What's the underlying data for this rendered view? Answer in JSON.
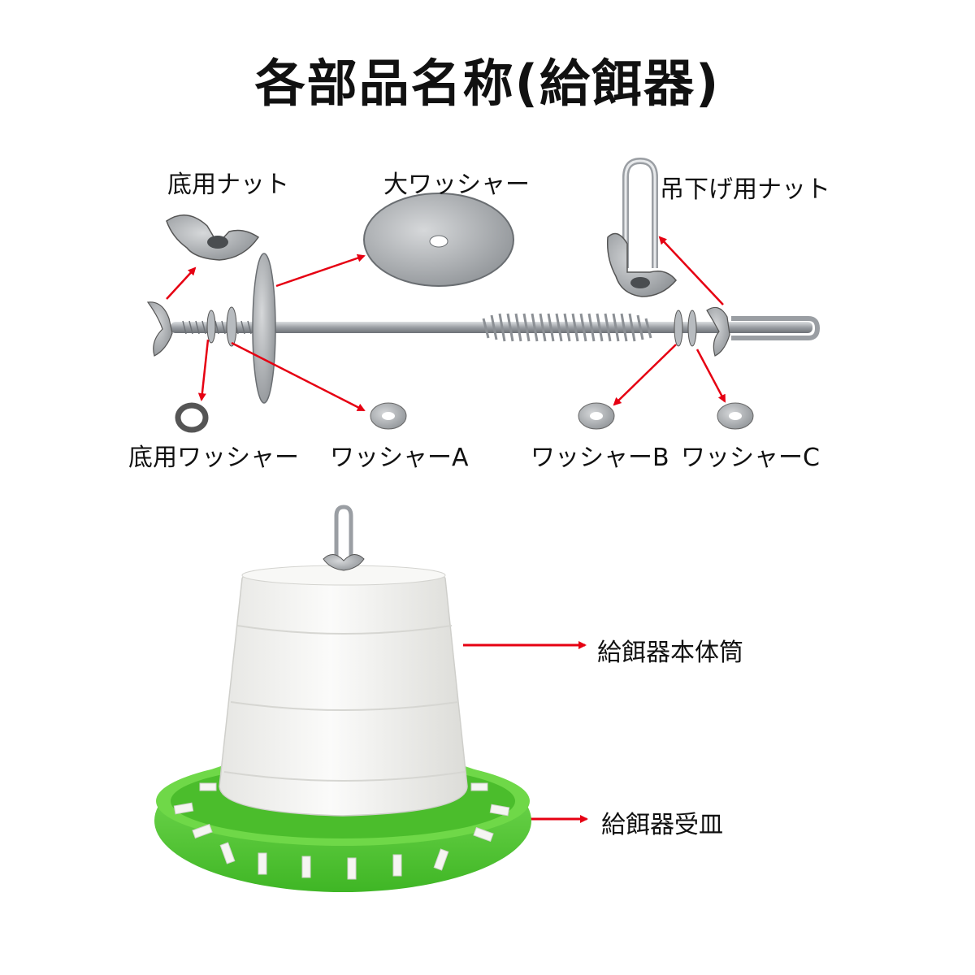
{
  "title": "各部品名称(給餌器)",
  "parts": {
    "bottom_nut": "底用ナット",
    "large_washer": "大ワッシャー",
    "hanging_nut": "吊下げ用ナット",
    "bottom_washer": "底用ワッシャー",
    "washer_a": "ワッシャーA",
    "washer_b": "ワッシャーB",
    "washer_c": "ワッシャーC",
    "feeder_body": "給餌器本体筒",
    "feeder_tray": "給餌器受皿"
  },
  "colors": {
    "arrow": "#e60012",
    "metal": "#a9adb1",
    "tray_green": "#5fcf3a",
    "tube_white": "#f3f3f1"
  }
}
